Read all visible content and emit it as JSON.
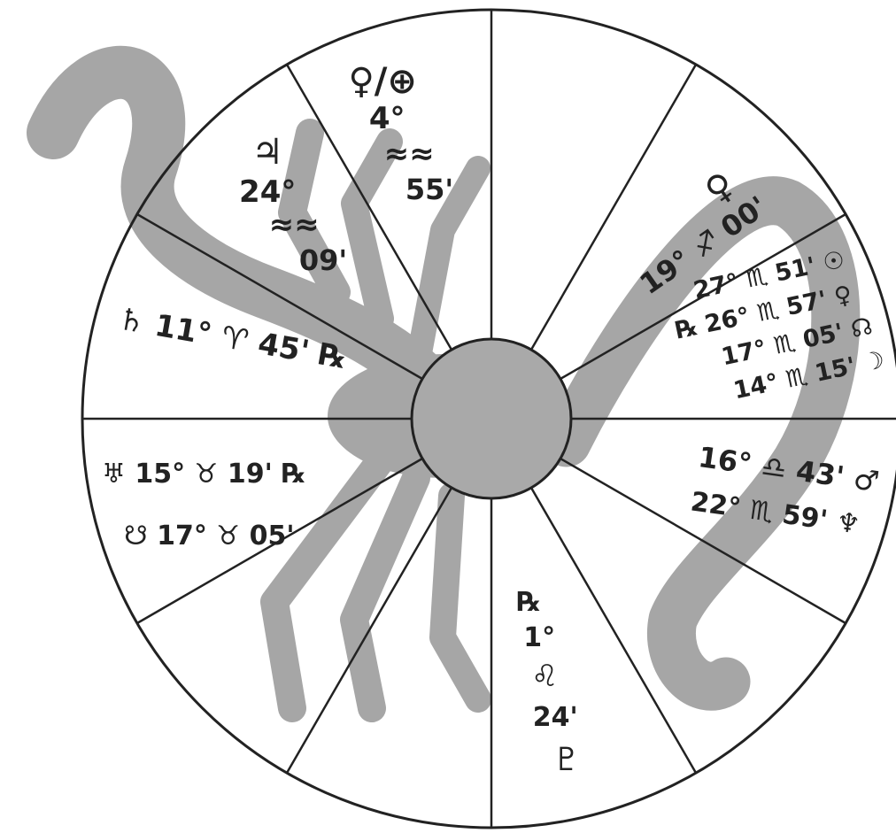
{
  "colors": {
    "background": "#ffffff",
    "ink": "#222222",
    "scorpion": "#a6a6a6",
    "hub": "#a9a9a9"
  },
  "figure": {
    "watermark": "scorpion-silhouette"
  },
  "houses": [
    {
      "lines": [
        "♃",
        "24°",
        "≈≈",
        "09'"
      ]
    },
    {
      "lines": [
        "♀/⊕",
        "4°",
        "≈≈",
        "55'"
      ]
    },
    {
      "lines": [
        "♀",
        "19° ♐ 00'"
      ]
    },
    {
      "lines": [
        "27° ♏ 51' ☉",
        "℞ 26° ♏ 57' ♀",
        "17° ♏ 05' ☊",
        "14° ♏ 15' ☽"
      ]
    },
    {
      "lines": [
        "16° ♎ 43' ♂",
        "22° ♏ 59' ♆"
      ]
    },
    {
      "lines": [
        "℞",
        "1°",
        "♌",
        "24'",
        "♇"
      ]
    },
    {
      "lines": [
        "♅ 15° ♉ 19' ℞",
        "☋ 17° ♉ 05'"
      ]
    },
    {
      "lines": [
        "♄ 11° ♈ 45' ℞"
      ]
    }
  ]
}
